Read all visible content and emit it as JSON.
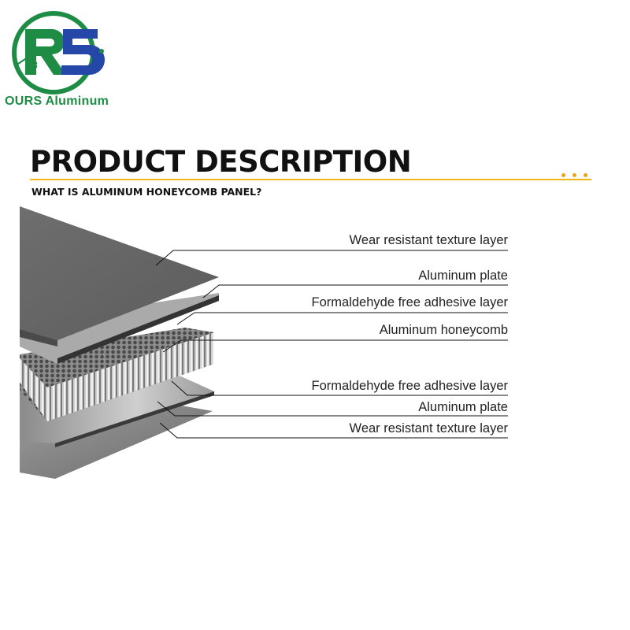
{
  "brand": {
    "name": "OURS Aluminum",
    "logo_letters": "RS"
  },
  "header": {
    "title": "PRODUCT DESCRIPTION",
    "subtitle": "WHAT IS ALUMINUM HONEYCOMB PANEL?",
    "accent_color": "#f2b515"
  },
  "layers": [
    {
      "label": "Wear resistant texture layer"
    },
    {
      "label": "Aluminum plate"
    },
    {
      "label": "Formaldehyde free adhesive layer"
    },
    {
      "label": "Aluminum honeycomb"
    },
    {
      "label": "Formaldehyde free adhesive layer"
    },
    {
      "label": "Aluminum plate"
    },
    {
      "label": "Wear resistant texture layer"
    }
  ]
}
